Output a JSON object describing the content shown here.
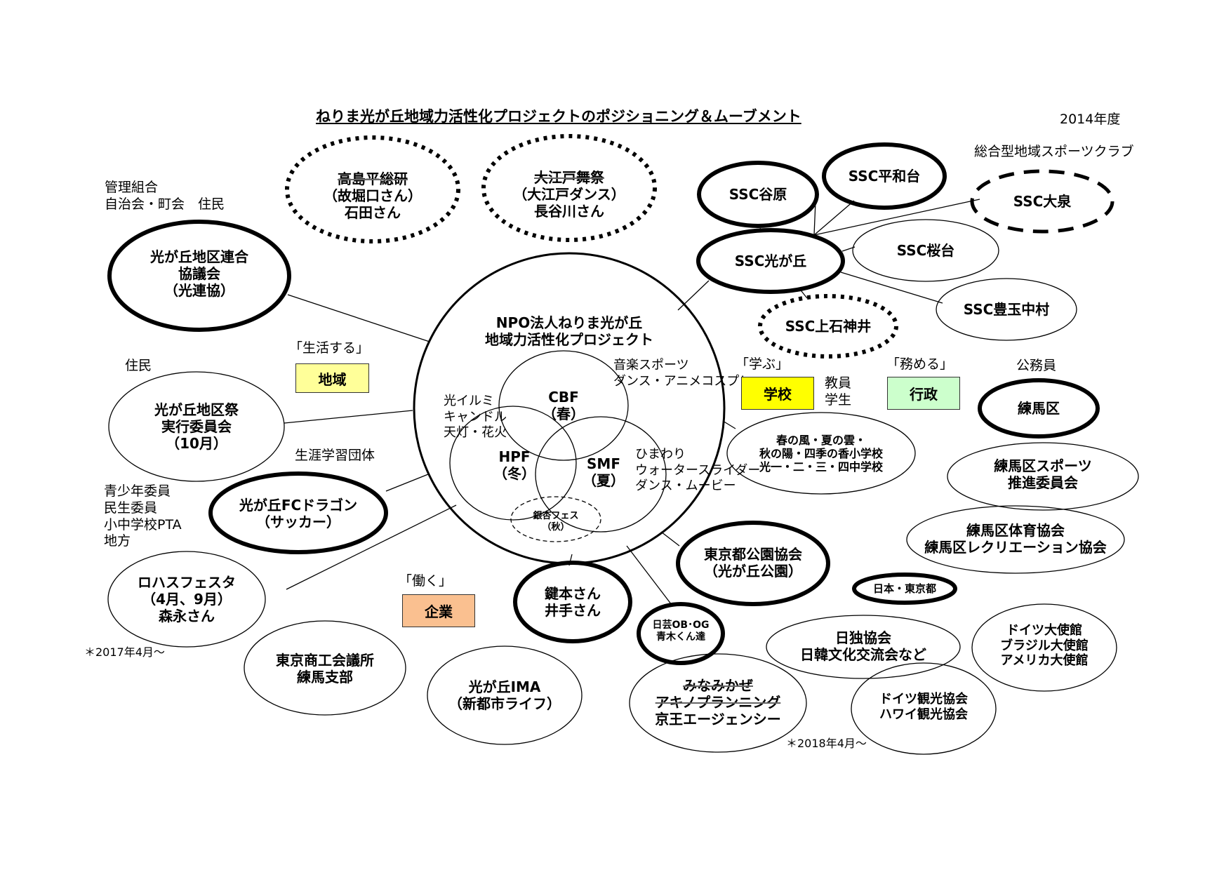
{
  "title": "ねりま光が丘地域力活性化プロジェクトのポジショニング＆ムーブメント",
  "fiscal_year": "2014年度",
  "center": {
    "line1": "NPO法人ねりま光が丘",
    "line2": "地域力活性化プロジェクト",
    "events": {
      "cbf": {
        "name": "CBF",
        "season": "（春）"
      },
      "hpf": {
        "name": "HPF",
        "season": "（冬）"
      },
      "smf": {
        "name": "SMF",
        "season": "（夏）"
      },
      "ginkgo": {
        "name": "銀杏フェス",
        "season": "（秋）"
      }
    },
    "notes": {
      "cbf_1": "音楽スポーツ",
      "cbf_2": "ダンス・アニメコスプレ",
      "hpf_1": "光イルミ",
      "hpf_2": "キャンドル",
      "hpf_3": "天灯・花火",
      "smf_1": "ひまわり",
      "smf_2": "ウォータースライダー",
      "smf_3": "ダンス・ムービー"
    }
  },
  "categories": {
    "region": {
      "verb": "「生活する」",
      "label": "地域",
      "color": "#ffff99"
    },
    "school": {
      "verb": "「学ぶ」",
      "label": "学校",
      "color": "#ffff00"
    },
    "admin": {
      "verb": "「務める」",
      "label": "行政",
      "color": "#ccffcc"
    },
    "business": {
      "verb": "「働く」",
      "label": "企業",
      "color": "#fac090"
    }
  },
  "annotations": {
    "kanri_1": "管理組合",
    "kanri_2": "自治会・町会　住民",
    "jumin": "住民",
    "shogai": "生涯学習団体",
    "seishonen_1": "青少年委員",
    "seishonen_2": "民生委員",
    "seishonen_3": "小中学校PTA",
    "seishonen_4": "地方",
    "kyoin_1": "教員",
    "kyoin_2": "学生",
    "komuin": "公務員",
    "sports_club": "総合型地域スポーツクラブ",
    "note_2017": "＊2017年4月～",
    "note_2018": "＊2018年4月～"
  },
  "nodes": {
    "takashima": [
      "高島平総研",
      "（故堀口さん）",
      "石田さん"
    ],
    "oedo": [
      "大江戸舞祭",
      "（大江戸ダンス）",
      "長谷川さん"
    ],
    "renkyo": [
      "光が丘地区連合",
      "協議会",
      "（光連協）"
    ],
    "chikusai": [
      "光が丘地区祭",
      "実行委員会",
      "（10月）"
    ],
    "fc": [
      "光が丘FCドラゴン",
      "（サッカー）"
    ],
    "lohas": [
      "ロハスフェスタ",
      "（4月、9月）",
      "森永さん"
    ],
    "shokokai": [
      "東京商工会議所",
      "練馬支部"
    ],
    "ima": [
      "光が丘IMA",
      "（新都市ライフ）"
    ],
    "kagimoto": [
      "鍵本さん",
      "井手さん"
    ],
    "nichigei": [
      "日芸OB･OG",
      "青木くん達"
    ],
    "minamikaze": [
      "みなみかぜ",
      "アキノプランニング",
      "京王エージェンシー"
    ],
    "koenkyokai": [
      "東京都公園協会",
      "（光が丘公園）"
    ],
    "nihon_tokyo": [
      "日本・東京都"
    ],
    "nichidoku": [
      "日独協会",
      "日韓文化交流会など"
    ],
    "embassy": [
      "ドイツ大使館",
      "ブラジル大使館",
      "アメリカ大使館"
    ],
    "kanko": [
      "ドイツ観光協会",
      "ハワイ観光協会"
    ],
    "schools": [
      "春の風・夏の雲・",
      "秋の陽・四季の香小学校",
      "光一・二・三・四中学校"
    ],
    "nerima": [
      "練馬区"
    ],
    "nerima_sports": [
      "練馬区スポーツ",
      "推進委員会"
    ],
    "nerima_taiiku": [
      "練馬区体育協会",
      "練馬区レクリエーション協会"
    ],
    "ssc_hikarigaoka": [
      "SSC光が丘"
    ],
    "ssc_yahara": [
      "SSC谷原"
    ],
    "ssc_heiwadai": [
      "SSC平和台"
    ],
    "ssc_oizumi": [
      "SSC大泉"
    ],
    "ssc_sakuradai": [
      "SSC桜台"
    ],
    "ssc_toyotama": [
      "SSC豊玉中村"
    ],
    "ssc_shakujii": [
      "SSC上石神井"
    ]
  }
}
